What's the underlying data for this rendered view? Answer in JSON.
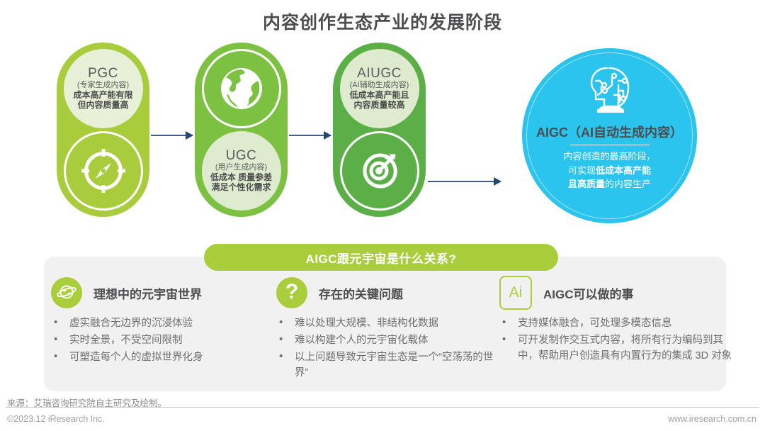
{
  "title": "内容创作生态产业的发展阶段",
  "stages": [
    {
      "id": "pgc",
      "name": "PGC",
      "subtitle": "(专家生成内容)",
      "desc_line1": "成本高产能有限",
      "desc_line2": "但内容质量高",
      "icon": "compass-icon",
      "text_position": "top",
      "color": "#a8cc3c"
    },
    {
      "id": "ugc",
      "name": "UGC",
      "subtitle": "(用户生成内容)",
      "desc_line1": "低成本 质量参差",
      "desc_line2": "满足个性化需求",
      "icon": "globe-icon",
      "text_position": "bottom",
      "color": "#7dc142"
    },
    {
      "id": "aiugc",
      "name": "AIUGC",
      "subtitle": "(AI辅助生成内容)",
      "desc_line1": "低成本高产能且",
      "desc_line2": "内容质量较高",
      "icon": "target-icon",
      "text_position": "top",
      "color": "#5caf46"
    }
  ],
  "aigc": {
    "icon": "ai-head-icon",
    "title": "AIGC（AI自动生成内容）",
    "desc_line1": "内容创造的最高阶段，",
    "desc_line2_plain": "可实现",
    "desc_line2_bold": "低成本高产能",
    "desc_line3_bold": "且高质量",
    "desc_line3_plain": "的内容生产",
    "color": "#2bc4ee"
  },
  "qa_banner": "AIGC跟元宇宙是什么关系?",
  "qa_columns": [
    {
      "icon": "planet-icon",
      "badge_text": "",
      "title": "理想中的元宇宙世界",
      "bullets": [
        "虚实融合无边界的沉浸体验",
        "实时全景，不受空间限制",
        "可塑造每个人的虚拟世界化身"
      ]
    },
    {
      "icon": "question-mark-icon",
      "badge_text": "?",
      "title": "存在的关键问题",
      "bullets": [
        "难以处理大规模、非结构化数据",
        "难以构建个人的元宇宙化载体",
        "以上问题导致元宇宙生态是一个“空荡荡的世界”"
      ]
    },
    {
      "icon": "ai-badge-icon",
      "badge_text": "Ai",
      "title": "AIGC可以做的事",
      "bullets": [
        "支持媒体融合，可处理多模态信息",
        "可开发制作交互式内容，将所有行为编码到其中，帮助用户创造具有内置行为的集成 3D 对象"
      ]
    }
  ],
  "footer": {
    "source": "来源：艾瑞咨询研究院自主研究及绘制。",
    "copyright": "©2023.12 iResearch Inc.",
    "website": "www.iresearch.com.cn"
  }
}
